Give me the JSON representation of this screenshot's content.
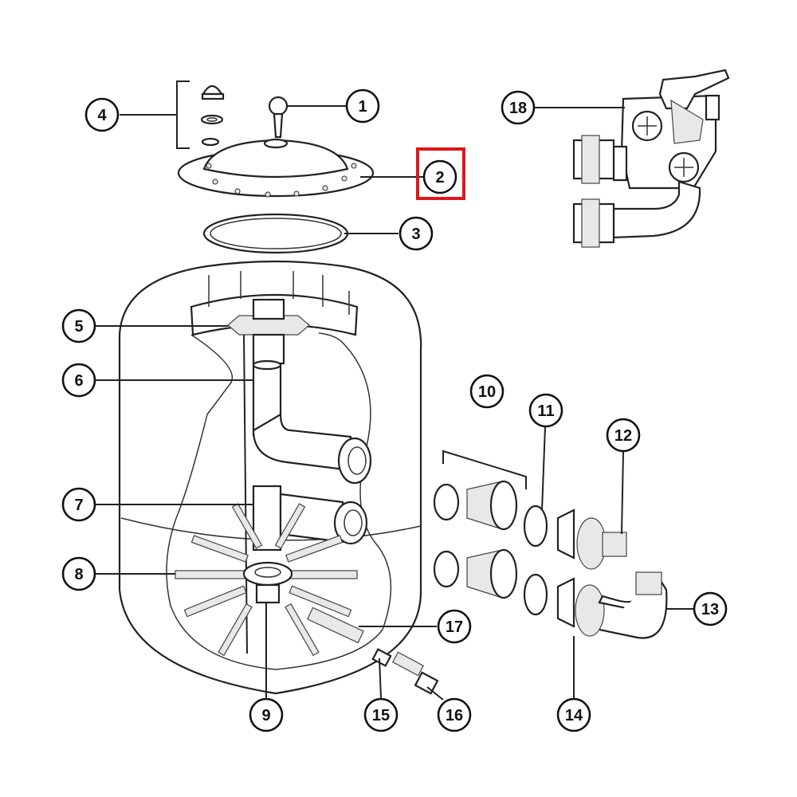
{
  "callouts": [
    {
      "id": "1",
      "label": "1"
    },
    {
      "id": "2",
      "label": "2",
      "highlighted": true
    },
    {
      "id": "3",
      "label": "3"
    },
    {
      "id": "4",
      "label": "4"
    },
    {
      "id": "5",
      "label": "5"
    },
    {
      "id": "6",
      "label": "6"
    },
    {
      "id": "7",
      "label": "7"
    },
    {
      "id": "8",
      "label": "8"
    },
    {
      "id": "9",
      "label": "9"
    },
    {
      "id": "10",
      "label": "10"
    },
    {
      "id": "11",
      "label": "11"
    },
    {
      "id": "12",
      "label": "12"
    },
    {
      "id": "13",
      "label": "13"
    },
    {
      "id": "14",
      "label": "14"
    },
    {
      "id": "15",
      "label": "15"
    },
    {
      "id": "16",
      "label": "16"
    },
    {
      "id": "17",
      "label": "17"
    },
    {
      "id": "18",
      "label": "18"
    }
  ],
  "colors": {
    "highlight": "#e0161b",
    "ink": "#222222",
    "background": "#ffffff"
  }
}
